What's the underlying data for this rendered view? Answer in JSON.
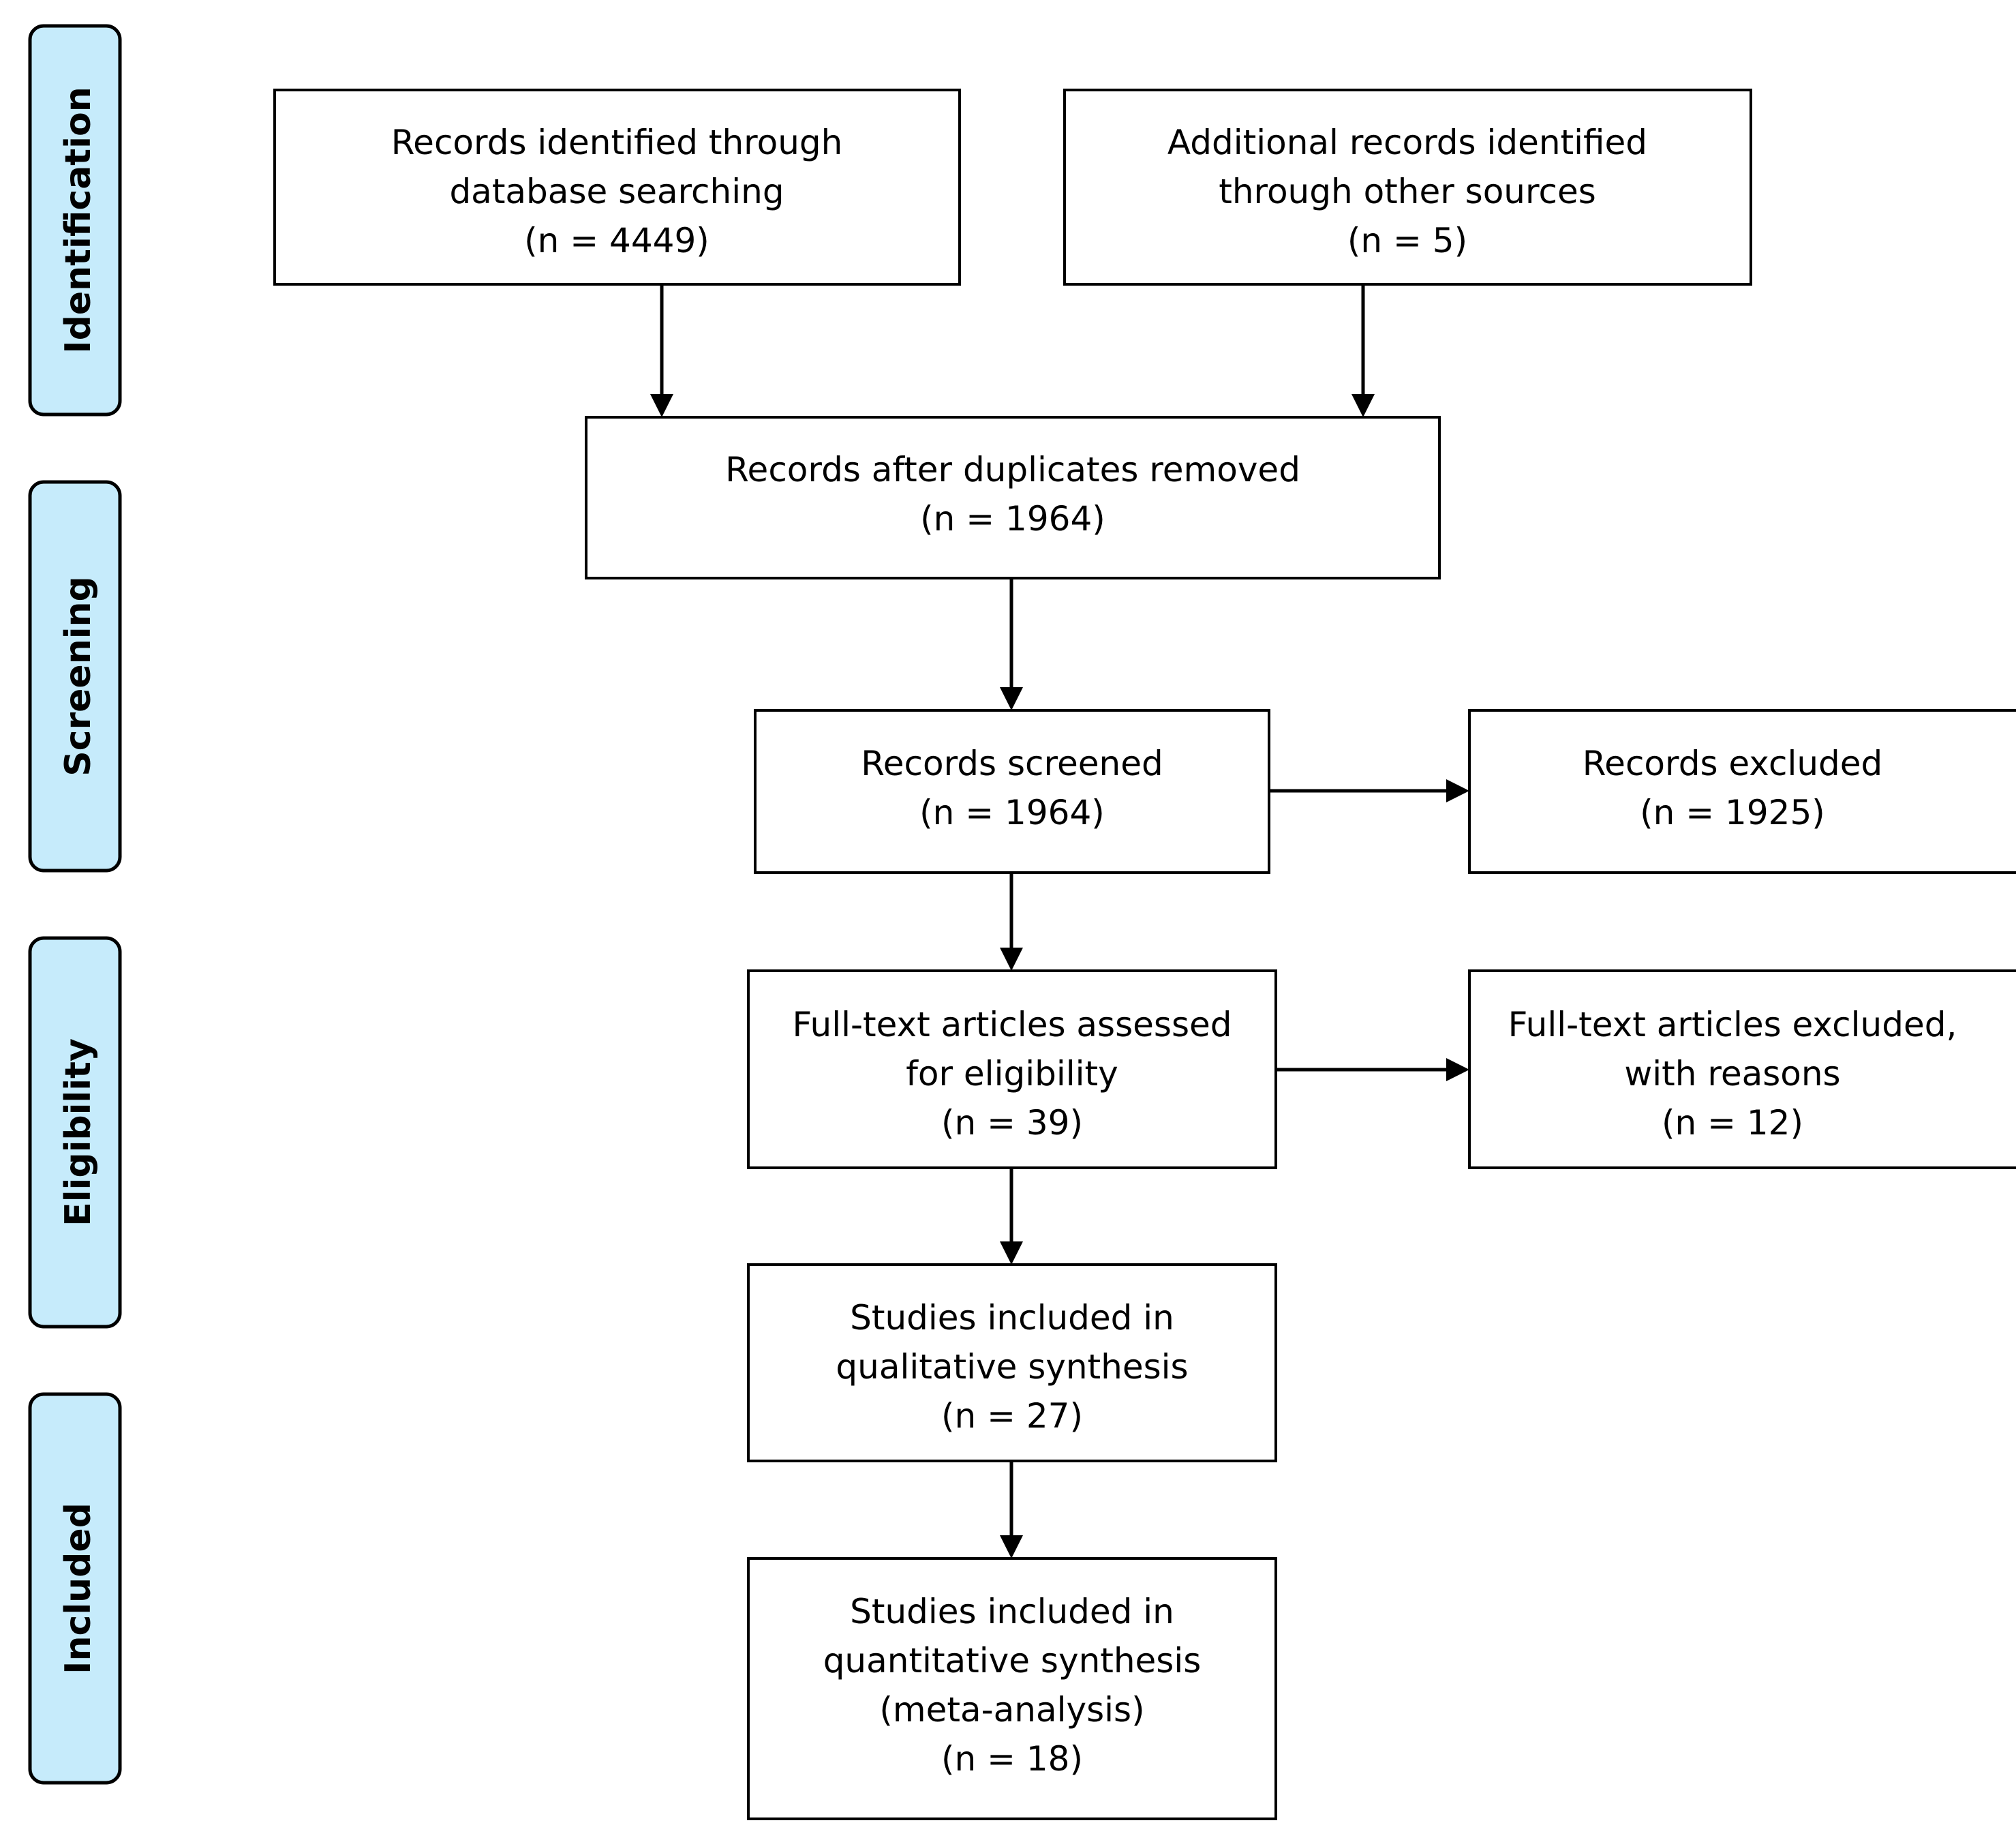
{
  "phases": {
    "identification": "Identification",
    "screening": "Screening",
    "eligibility": "Eligibility",
    "included": "Included"
  },
  "boxes": {
    "database": {
      "lines": [
        "Records identified through",
        "database searching",
        "(n = 4449)"
      ]
    },
    "other_sources": {
      "lines": [
        "Additional records identified",
        "through other sources",
        "(n = 5)"
      ]
    },
    "after_duplicates": {
      "lines": [
        "Records after duplicates removed",
        "(n = 1964)"
      ]
    },
    "screened": {
      "lines": [
        "Records screened",
        "(n = 1964)"
      ]
    },
    "excluded": {
      "lines": [
        "Records excluded",
        "(n = 1925)"
      ]
    },
    "fulltext_assessed": {
      "lines": [
        "Full-text articles assessed",
        "for eligibility",
        "(n = 39)"
      ]
    },
    "fulltext_excluded": {
      "lines": [
        "Full-text articles excluded,",
        "with reasons",
        "(n = 12)"
      ]
    },
    "qualitative": {
      "lines": [
        "Studies included in",
        "qualitative synthesis",
        "(n = 27)"
      ]
    },
    "quantitative": {
      "lines": [
        "Studies included in",
        "quantitative synthesis",
        "(meta-analysis)",
        "(n = 18)"
      ]
    }
  }
}
